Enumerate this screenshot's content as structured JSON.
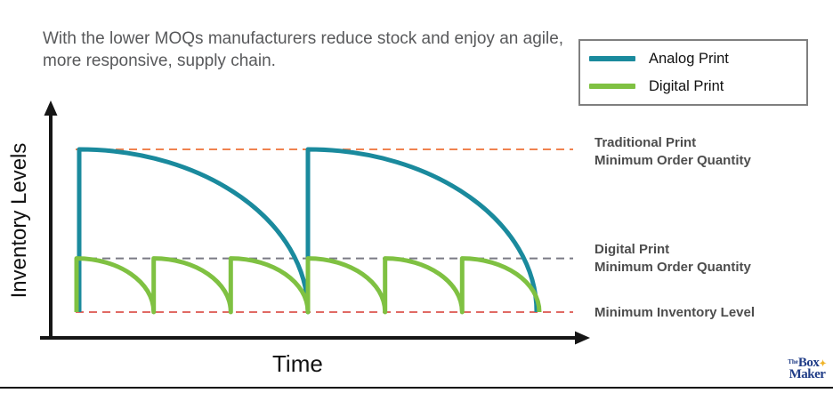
{
  "subtitle": "With the lower MOQs manufacturers reduce stock and enjoy an agile, more responsive, supply chain.",
  "legend": {
    "items": [
      {
        "label": "Analog Print",
        "color": "#1a8a9d"
      },
      {
        "label": "Digital Print",
        "color": "#7fc142"
      }
    ]
  },
  "axes": {
    "x_label": "Time",
    "y_label": "Inventory Levels"
  },
  "annotations": {
    "items": [
      {
        "lines": [
          "Traditional Print",
          "Minimum Order Quantity"
        ]
      },
      {
        "lines": [
          "Digital Print",
          "Minimum Order Quantity"
        ]
      },
      {
        "lines": [
          "Minimum Inventory Level"
        ]
      }
    ]
  },
  "chart_data": {
    "type": "line",
    "title": "With the lower MOQs manufacturers reduce stock and enjoy an agile, more responsive, supply chain.",
    "xlabel": "Time",
    "ylabel": "Inventory Levels",
    "x_axis": {
      "tick_labels": "none (conceptual time axis with arrow)"
    },
    "y_axis": {
      "tick_labels": "none (relative inventory level 0 to 1)",
      "range": [
        0,
        1
      ]
    },
    "grid": false,
    "legend_position": "top-right",
    "series": [
      {
        "name": "Analog Print",
        "color": "#1a8a9d",
        "pattern": "sawtooth: vertical restock jump then concave decay (slow decline, steep drop)",
        "cycles": 2,
        "peak_level": 1.0,
        "trough_level": 0.0
      },
      {
        "name": "Digital Print",
        "color": "#7fc142",
        "pattern": "sawtooth: vertical restock jump then concave decay (slow decline, steep drop)",
        "cycles": 6,
        "peak_level": 0.33,
        "trough_level": 0.0
      }
    ],
    "reference_lines": [
      {
        "label": "Traditional Print Minimum Order Quantity",
        "level": 1.0,
        "color": "#f0824f",
        "style": "dashed"
      },
      {
        "label": "Digital Print Minimum Order Quantity",
        "level": 0.33,
        "color": "#7a7a85",
        "style": "dashed"
      },
      {
        "label": "Minimum Inventory Level",
        "level": 0.0,
        "color": "#e16a64",
        "style": "dashed"
      }
    ]
  },
  "logo": {
    "the": "The",
    "box": "Box",
    "star": "✦",
    "maker": "Maker"
  }
}
